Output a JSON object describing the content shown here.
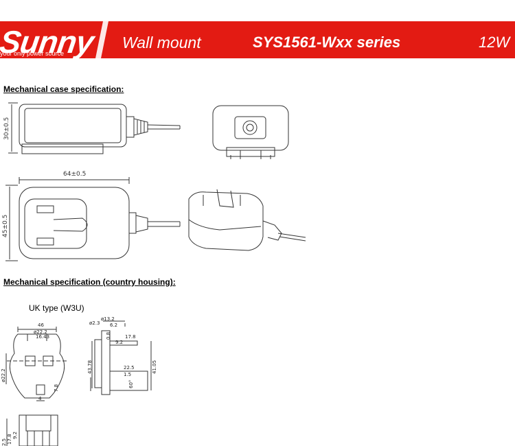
{
  "header": {
    "logo_word": "Sunny",
    "logo_tagline": "your only power source",
    "product_type": "Wall mount",
    "series": "SYS1561-Wxx series",
    "power": "12W",
    "bar_color": "#e31b13"
  },
  "sections": {
    "case_spec_title": "Mechanical case specification:",
    "housing_spec_title": "Mechanical specification (country housing):",
    "uk_type_label": "UK type (W3U)"
  },
  "case_dimensions": {
    "height": "30±0.5",
    "length": "64±0.5",
    "width": "45±0.5"
  },
  "uk_dimensions": {
    "d46": "46",
    "d22_2": "ø22.2",
    "d16_43": "16.43",
    "d22_2_side": "ø22.2",
    "d4": "4",
    "d7_8": "7.8",
    "d13_2": "ø13.2",
    "d2_3": "ø2.3",
    "d6_2": "6.2",
    "d0_8": "0.8",
    "d17_8": "17.8",
    "d9_2": "9.2",
    "d43_78": "43.78",
    "d41_05": "41.05",
    "d22_5": "22.5",
    "d1_5": "1.5",
    "d60deg": "60°",
    "d2_5": "2.5",
    "d17_8b": "17.8",
    "d9_2b": "9.2"
  }
}
